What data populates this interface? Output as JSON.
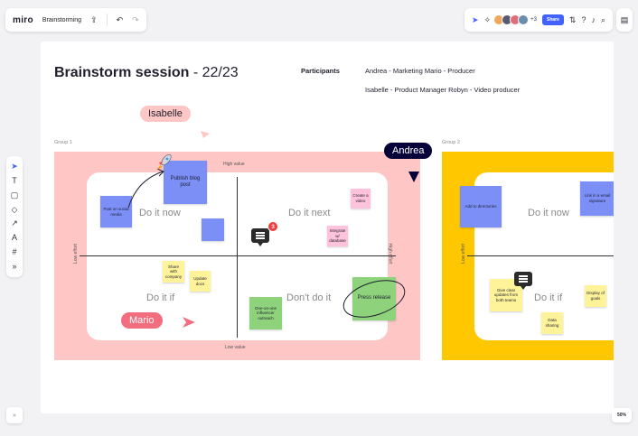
{
  "app": {
    "logo": "miro",
    "board_name": "Brainstorming"
  },
  "topbar": {
    "share_label": "Share",
    "more_count": "+3",
    "avatar_colors": [
      "#f2a65a",
      "#5a5a6e",
      "#e06c75",
      "#6a8caf"
    ]
  },
  "zoom": {
    "level": "50%"
  },
  "board": {
    "title_bold": "Brainstorm session",
    "title_rest": " - 22/23",
    "participants_label": "Participants",
    "participants_line1": "Andrea - Marketing  Mario - Producer",
    "participants_line2": "Isabelle - Product Manager  Robyn - Video producer",
    "cursors": [
      {
        "name": "Isabelle",
        "color": "#ffc6c6"
      },
      {
        "name": "Andrea",
        "color": "#050038"
      },
      {
        "name": "Mario",
        "color": "#f26d7d"
      }
    ],
    "group1": {
      "label": "Group 1",
      "axis": {
        "top": "High value",
        "bottom": "Low value",
        "left": "Low effort",
        "right": "High effort"
      },
      "quadrants": [
        "Do it now",
        "Do it next",
        "Do it if",
        "Don't do it"
      ],
      "stickies": [
        {
          "text": "Publish blog post",
          "color": "blue"
        },
        {
          "text": "Post on social media",
          "color": "blue"
        },
        {
          "text": "",
          "color": "blue"
        },
        {
          "text": "Create a video",
          "color": "pink"
        },
        {
          "text": "Integrate w/ database",
          "color": "pink"
        },
        {
          "text": "Share with company",
          "color": "yellow"
        },
        {
          "text": "Update docs",
          "color": "yellow"
        },
        {
          "text": "One-on-one influencer outreach",
          "color": "green"
        },
        {
          "text": "Press release",
          "color": "green"
        }
      ],
      "comment_count": "3"
    },
    "group2": {
      "label": "Group 2",
      "axis": {
        "left": "Low effort"
      },
      "quadrants": [
        "Do it now",
        "Do it if"
      ],
      "stickies": [
        {
          "text": "Add to directories",
          "color": "blue"
        },
        {
          "text": "Link in a email signature",
          "color": "blue"
        },
        {
          "text": "Give clear updates from both teams",
          "color": "yellow"
        },
        {
          "text": "Display of goals",
          "color": "yellow"
        },
        {
          "text": "Data sharing",
          "color": "yellow"
        }
      ]
    }
  }
}
